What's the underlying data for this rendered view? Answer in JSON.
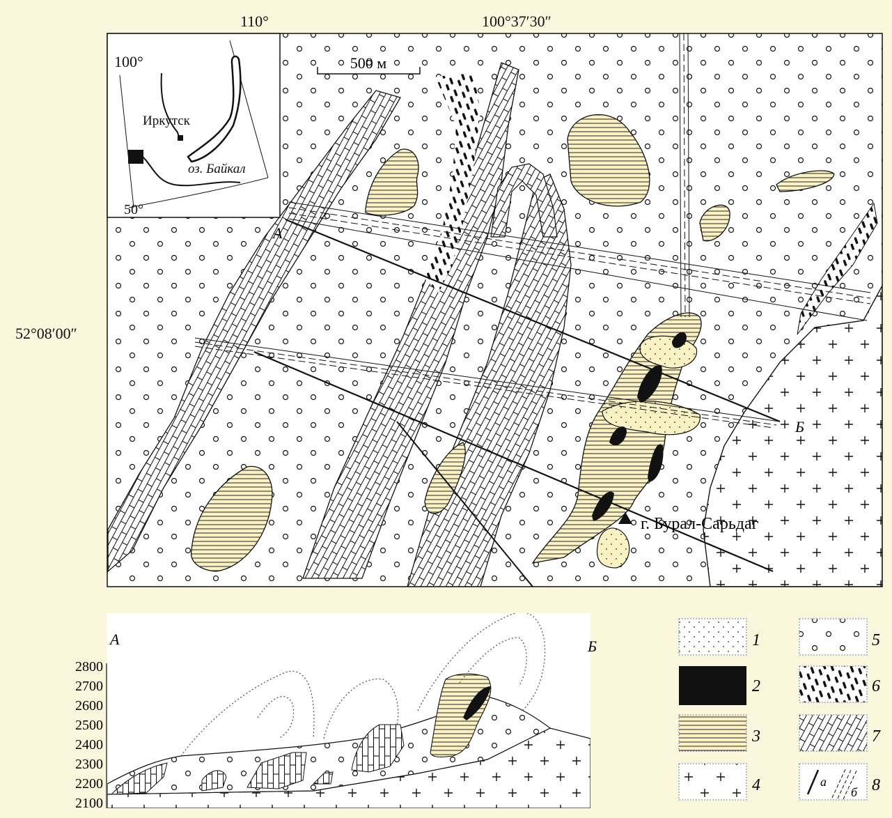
{
  "coordinates": {
    "top_left": "110°",
    "top_right": "100°37′30″",
    "left_side": "52°08′00″"
  },
  "inset": {
    "lon": "100°",
    "lat": "50°",
    "city": "Иркутск",
    "lake": "оз. Байкал"
  },
  "scale_bar": "500 м",
  "section": {
    "start": "А",
    "end": "Б"
  },
  "peak": "г. Бурал-Сарьдаг",
  "profile": {
    "start": "А",
    "end": "Б",
    "elevations": [
      "2800",
      "2700",
      "2600",
      "2500",
      "2400",
      "2300",
      "2200",
      "2100"
    ]
  },
  "legend": {
    "items": [
      {
        "num": "1",
        "pattern": "dots"
      },
      {
        "num": "2",
        "pattern": "solid"
      },
      {
        "num": "3",
        "pattern": "hlines"
      },
      {
        "num": "4",
        "pattern": "crosses"
      },
      {
        "num": "5",
        "pattern": "circles"
      },
      {
        "num": "6",
        "pattern": "dashes"
      },
      {
        "num": "7",
        "pattern": "marble"
      },
      {
        "num": "8",
        "pattern": "faults",
        "sub_a": "а",
        "sub_b": "б"
      }
    ]
  },
  "colors": {
    "background": "#fbf7dc",
    "map_fill": "#ffffff",
    "yellow_body": "#fbf2c4",
    "line": "#111111"
  }
}
